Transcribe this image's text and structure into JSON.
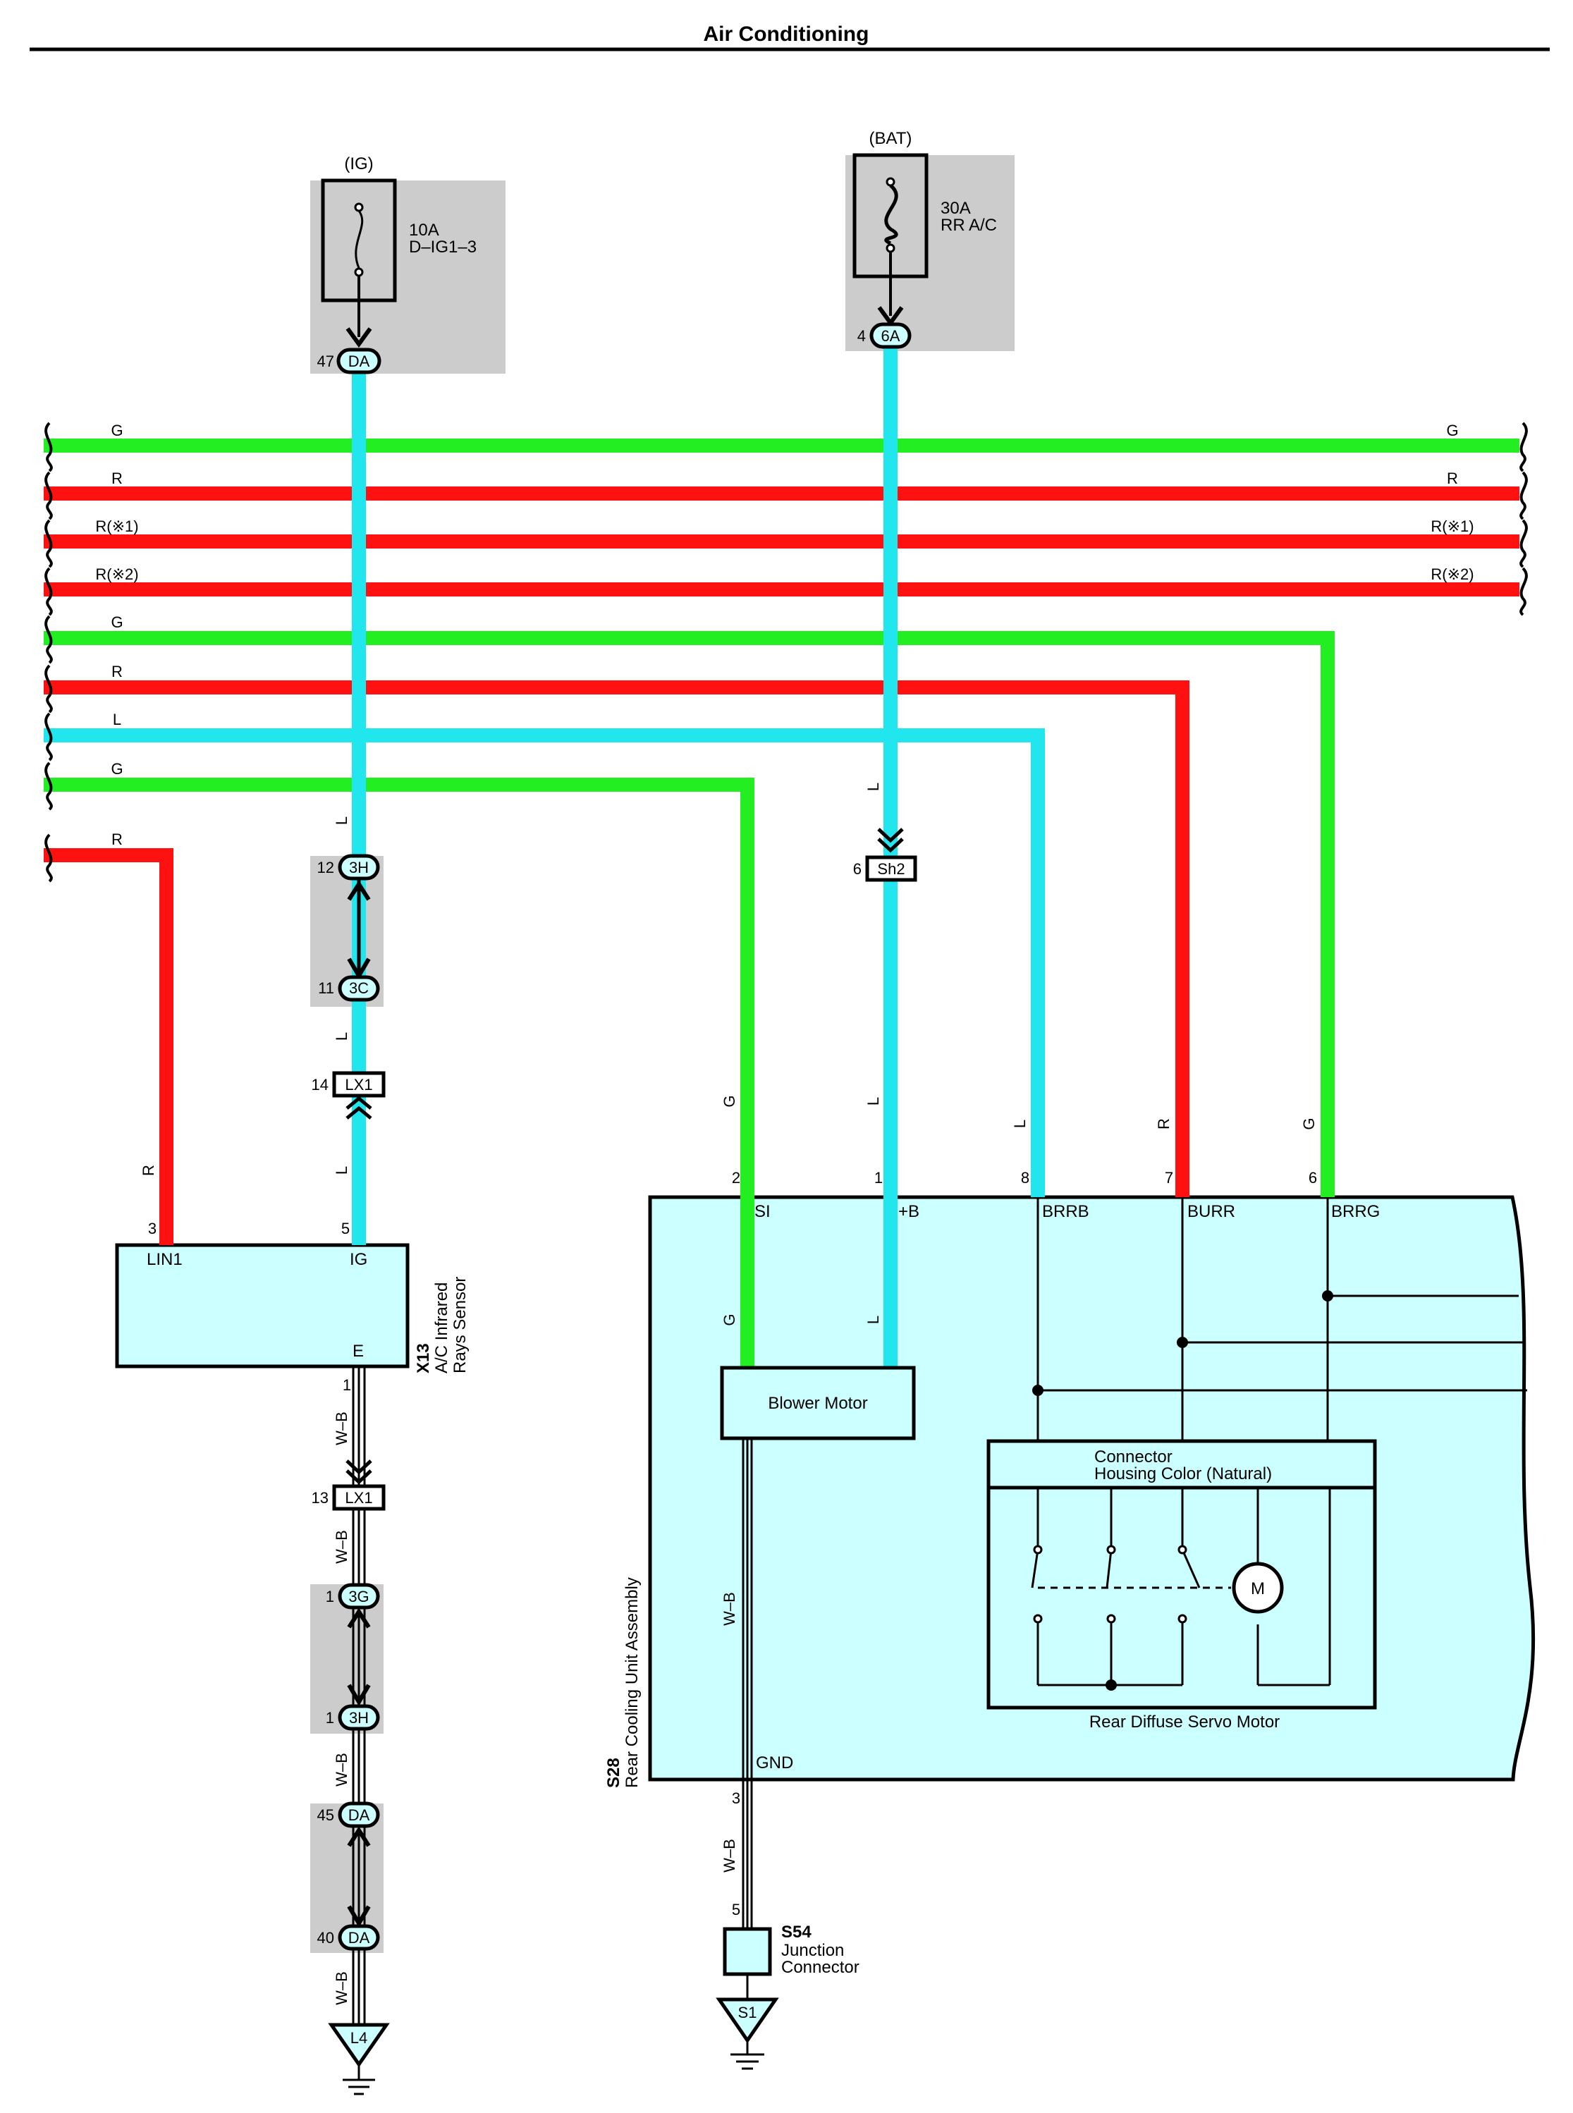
{
  "title": "Air Conditioning",
  "colors": {
    "wire_green": "#22ee22",
    "wire_red": "#ff1111",
    "wire_blue": "#22e6ee",
    "box_fill": "#ccffff",
    "fuse_bg": "#cccccc",
    "black": "#000000"
  },
  "fuses": {
    "ig": {
      "source": "(IG)",
      "rating": "10A",
      "name": "D–IG1–3",
      "pin": "47",
      "conn": "DA"
    },
    "bat": {
      "source": "(BAT)",
      "rating": "30A",
      "name": "RR A/C",
      "pin": "4",
      "conn": "6A"
    }
  },
  "bus_wires": [
    {
      "left": "G",
      "right": "G",
      "color": "green"
    },
    {
      "left": "R",
      "right": "R",
      "color": "red"
    },
    {
      "left": "R(※1)",
      "right": "R(※1)",
      "color": "red"
    },
    {
      "left": "R(※2)",
      "right": "R(※2)",
      "color": "red"
    },
    {
      "left": "G",
      "right": "",
      "color": "green"
    },
    {
      "left": "R",
      "right": "",
      "color": "red"
    },
    {
      "left": "L",
      "right": "",
      "color": "blue"
    },
    {
      "left": "G",
      "right": "",
      "color": "green"
    },
    {
      "left": "R",
      "right": "",
      "color": "red"
    }
  ],
  "connectors": {
    "c3h_top": {
      "pin": "12",
      "name": "3H"
    },
    "c3c": {
      "pin": "11",
      "name": "3C"
    },
    "lx1_a": {
      "pin": "14",
      "name": "LX1"
    },
    "sh2": {
      "pin": "6",
      "name": "Sh2"
    },
    "lx1_b": {
      "pin": "13",
      "name": "LX1"
    },
    "c3g": {
      "pin": "1",
      "name": "3G"
    },
    "c3h_bot": {
      "pin": "1",
      "name": "3H"
    },
    "da45": {
      "pin": "45",
      "name": "DA"
    },
    "da40": {
      "pin": "40",
      "name": "DA"
    }
  },
  "wire_labels": {
    "l": "L",
    "r": "R",
    "g": "G",
    "wb": "W–B"
  },
  "sensor": {
    "code": "X13",
    "name_line1": "A/C Infrared",
    "name_line2": "Rays Sensor",
    "terminals": {
      "lin1": "LIN1",
      "ig": "IG",
      "e": "E"
    },
    "pins": {
      "lin1": "3",
      "ig": "5",
      "e": "1"
    }
  },
  "cooling_unit": {
    "code": "S28",
    "name": "Rear Cooling Unit Assembly",
    "terminals": [
      {
        "pin": "2",
        "name": "SI"
      },
      {
        "pin": "1",
        "name": "+B"
      },
      {
        "pin": "8",
        "name": "BRRB"
      },
      {
        "pin": "7",
        "name": "BURR"
      },
      {
        "pin": "6",
        "name": "BRRG"
      }
    ],
    "gnd": {
      "pin": "3",
      "name": "GND"
    },
    "blower": "Blower Motor",
    "servo": {
      "connector_line1": "Connector",
      "connector_line2": "Housing Color (Natural)",
      "name": "Rear Diffuse Servo Motor",
      "motor_symbol": "M"
    }
  },
  "junction": {
    "pin": "5",
    "code": "S54",
    "line1": "Junction",
    "line2": "Connector"
  },
  "grounds": {
    "left": "L4",
    "right": "S1"
  }
}
